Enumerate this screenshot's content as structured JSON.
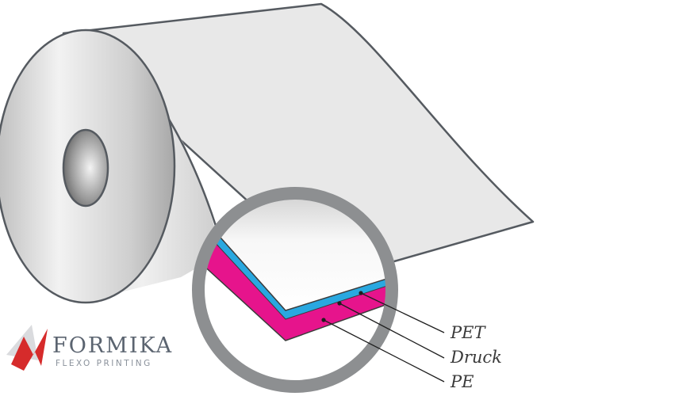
{
  "diagram": {
    "layers": [
      {
        "label": "PET",
        "color": "#29a8e0"
      },
      {
        "label": "Druck",
        "color": "#8a8a8a"
      },
      {
        "label": "PE",
        "color": "#e6148c"
      }
    ]
  },
  "logo": {
    "name": "FORMIKA",
    "tagline": "FLEXO PRINTING",
    "accent_color": "#d62b2b"
  },
  "colors": {
    "outline": "#555a60",
    "lens_ring": "#8d8f91",
    "sheet": "#e8e8e8"
  }
}
